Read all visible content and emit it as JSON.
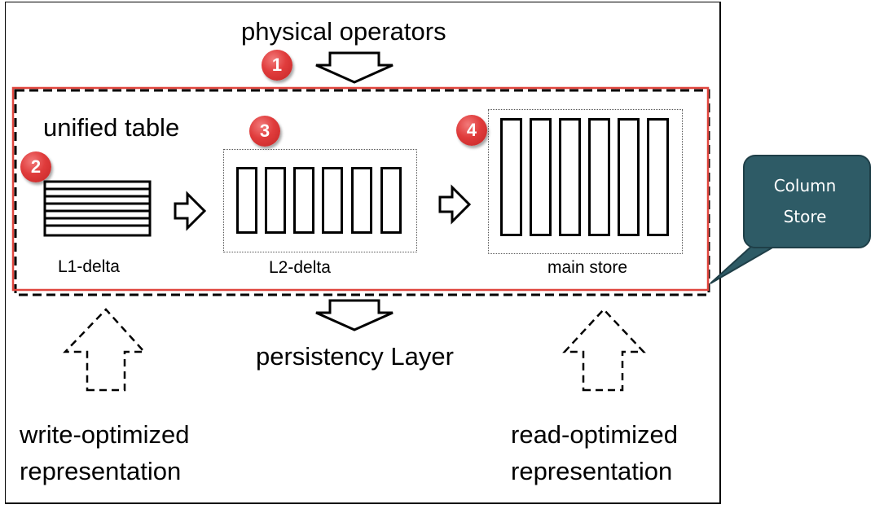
{
  "diagram": {
    "top_label": "physical operators",
    "unified_table_label": "unified table",
    "badges": [
      "1",
      "2",
      "3",
      "4"
    ],
    "stages": [
      {
        "label": "L1-delta"
      },
      {
        "label": "L2-delta"
      },
      {
        "label": "main store"
      }
    ],
    "bottom_label": "persistency Layer",
    "left_caption": {
      "line1": "write-optimized",
      "line2": "representation"
    },
    "right_caption": {
      "line1": "read-optimized",
      "line2": "representation"
    },
    "callout": {
      "line1": "Column",
      "line2": "Store"
    }
  },
  "colors": {
    "highlight_border": "#e0463e",
    "badge": "#e03c3c",
    "callout_fill": "#2e5b66",
    "callout_border": "#1f3f48"
  }
}
